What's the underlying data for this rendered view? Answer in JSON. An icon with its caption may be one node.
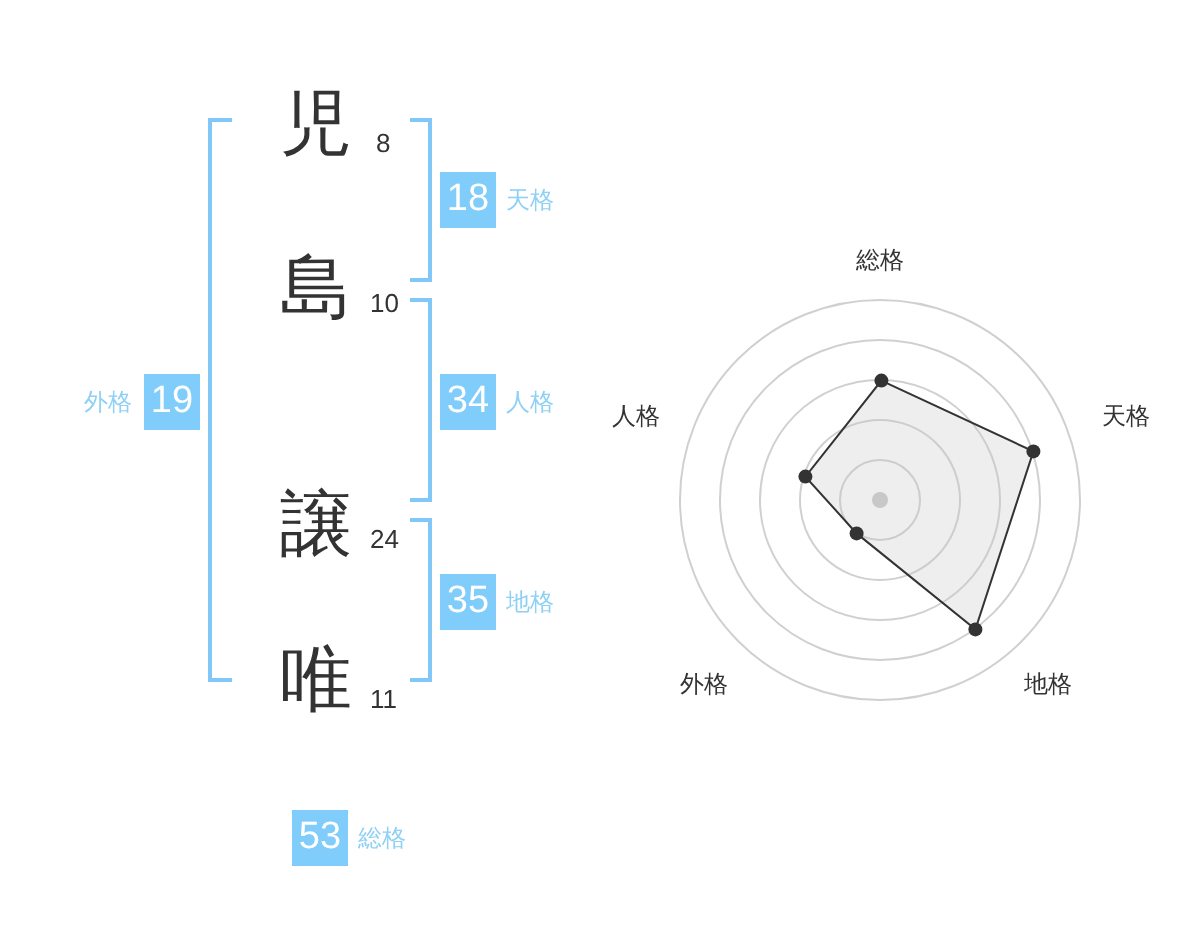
{
  "diagram": {
    "nodes": [
      {
        "text": [
          "18"
        ],
        "beside": [
          "天格"
        ]
      },
      {
        "text": [
          "19"
        ],
        "beside": [
          "外格"
        ]
      },
      {
        "text": [
          "34"
        ],
        "beside": [
          "人格"
        ]
      },
      {
        "text": [
          "35"
        ],
        "beside": [
          "地格"
        ]
      },
      {
        "text": [
          "53"
        ],
        "beside": [
          "総格"
        ]
      }
    ],
    "labels": [
      "児",
      "8",
      "島",
      "10",
      "譲",
      "24",
      "唯",
      "11",
      "総格",
      "人格",
      "天格",
      "外格",
      "地格"
    ]
  }
}
